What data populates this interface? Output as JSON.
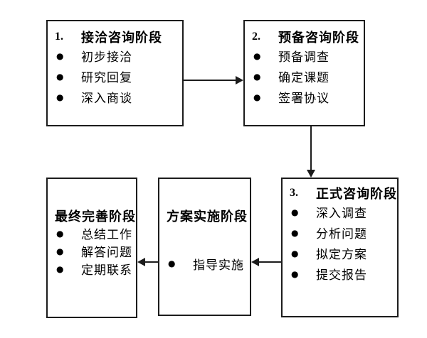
{
  "diagram": {
    "background": "#ffffff",
    "line_color": "#1c1c1c",
    "text_color": "#000000",
    "bullet": "●",
    "boxes": [
      {
        "number": "1.",
        "title": "接洽咨询阶段",
        "items": [
          "初步接洽",
          "研究回复",
          "深入商谈"
        ]
      },
      {
        "number": "2.",
        "title": "预备咨询阶段",
        "items": [
          "预备调查",
          "确定课题",
          "签署协议"
        ]
      },
      {
        "number": "3.",
        "title": "正式咨询阶段",
        "items": [
          "深入调查",
          "分析问题",
          "拟定方案",
          "提交报告"
        ]
      },
      {
        "number": "",
        "title": "方案实施阶段",
        "items": [
          "指导实施"
        ]
      },
      {
        "number": "",
        "title": "最终完善阶段",
        "items": [
          "总结工作",
          "解答问题",
          "定期联系"
        ]
      }
    ]
  }
}
